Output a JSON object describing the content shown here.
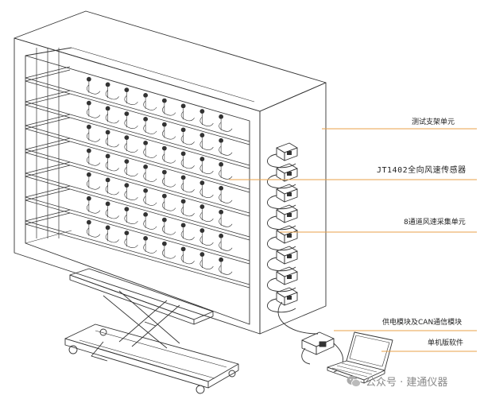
{
  "callouts": {
    "test_rack": "测试支架单元",
    "sensor": "JT1402全向风速传感器",
    "collector": "8通道风速采集单元",
    "power_can": "供电模块及CAN通信模块",
    "software": "单机版软件"
  },
  "watermark": {
    "text": "公众号 · 建通仪器",
    "icon": "wechat-icon"
  },
  "colors": {
    "line": "#333333",
    "leader": "#e8a24a",
    "background": "#ffffff"
  }
}
